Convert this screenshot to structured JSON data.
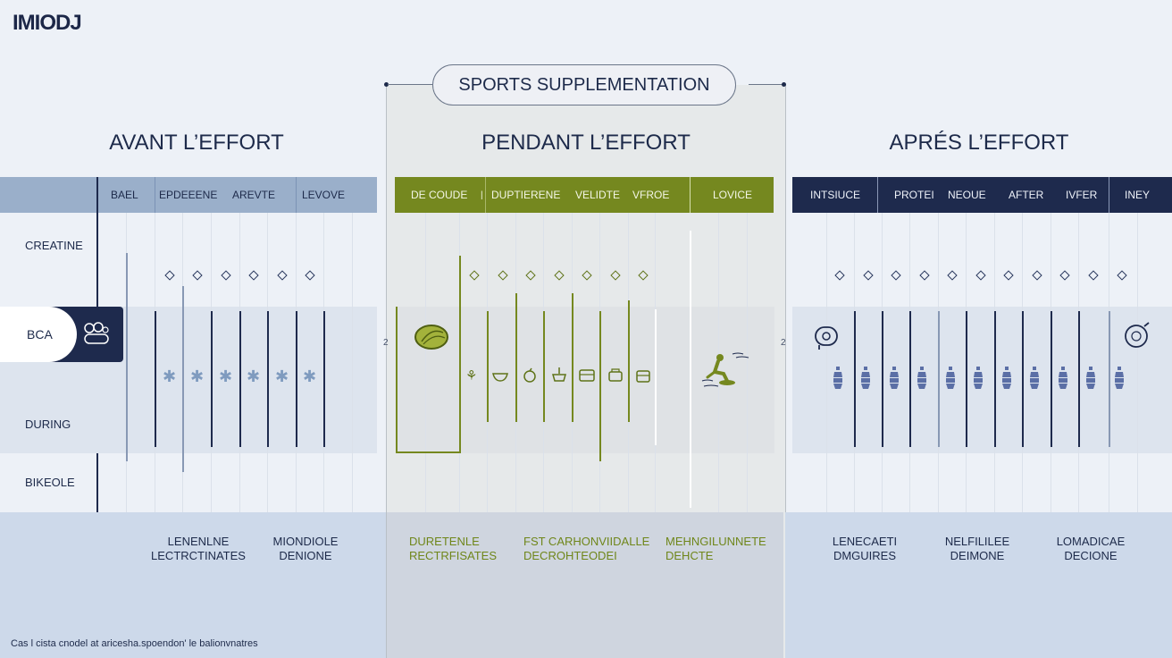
{
  "logo": "IMIODJ",
  "title": "SPORTS SUPPLEMENTATION",
  "phases": {
    "before": {
      "title": "AVANT L’EFFORT",
      "headers": [
        "BAEL",
        "EPDEEENE",
        "AREVTE",
        "LEVOVE"
      ],
      "desc": [
        {
          "line1": "LENENLNE",
          "line2": "LECTRCTINATES"
        },
        {
          "line1": "MIONDIOLE",
          "line2": "DENIONE"
        }
      ]
    },
    "during": {
      "title": "PENDANT L’EFFORT",
      "headers": [
        "DE COUDE",
        "DUPTIERENE",
        "VELIDTE",
        "VFROE",
        "LOVICE"
      ],
      "desc": [
        {
          "line1": "DURETENLE",
          "line2": "RECTRFISATES"
        },
        {
          "line1": "FST CARHONVIIDALLE",
          "line2": "DECROHTEODEI"
        },
        {
          "line1": "MEHNGILUNNETE",
          "line2": "DEHCTE"
        }
      ]
    },
    "after": {
      "title": "APRÉS L’EFFORT",
      "headers": [
        "INTSIUCE",
        "PROTEI",
        "NEOUE",
        "AFTER",
        "IVFER",
        "INEY"
      ],
      "desc": [
        {
          "line1": "LENECAETI",
          "line2": "DMGUIRES"
        },
        {
          "line1": "NELFILILEE",
          "line2": "DEIMONE"
        },
        {
          "line1": "LOMADICAE",
          "line2": "DECIONE"
        }
      ]
    }
  },
  "rows": [
    "CREATINE",
    "BCA",
    "DURING",
    "BIKEOLE"
  ],
  "side_marks": [
    "2",
    "2"
  ],
  "footnote": "Cas l cista cnodel at aricesha.spoendon' le balionvnatres",
  "colors": {
    "navy": "#1e2a4d",
    "blue": "#9aafca",
    "green": "#75881f",
    "background": "#edf1f7"
  },
  "icons": {
    "bca": "supplement-capsules-icon",
    "during_main": "gel-pack-icon",
    "during_right": "cyclist-icon",
    "after_left": "shaker-icon",
    "after_right": "protein-scoop-icon"
  }
}
